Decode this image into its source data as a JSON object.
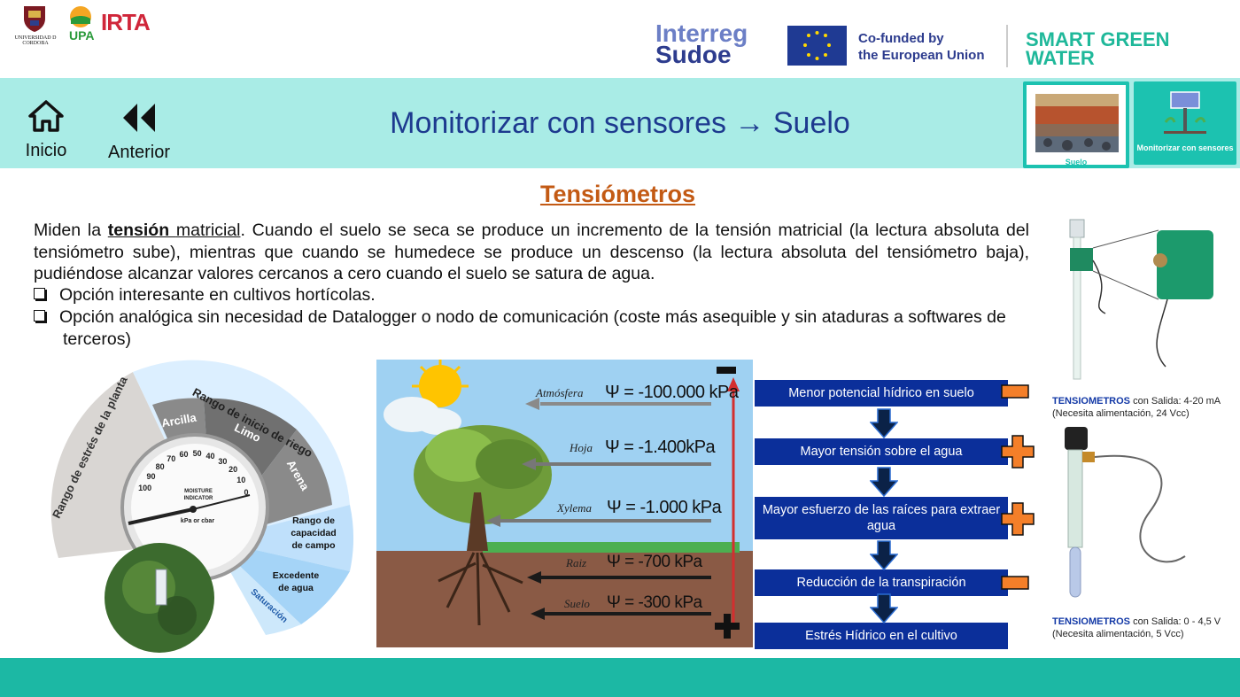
{
  "header": {
    "logos": {
      "cordoba": "UNIVERSIDAD D CORDOBA",
      "upa": "UPA",
      "irta": "IRTA",
      "interreg_line1": "Interreg",
      "interreg_line2": "Sudoe",
      "eu_line1": "Co-funded by",
      "eu_line2": "the European Union",
      "sgw_line1": "SMART GREEN",
      "sgw_line2": "WATER"
    }
  },
  "nav": {
    "home_label": "Inicio",
    "back_label": "Anterior",
    "title": "Monitorizar  con  sensores  →  Suelo",
    "thumb_suelo": "Suelo",
    "thumb_sensores": "Monitorizar con sensores"
  },
  "content": {
    "section_title": "Tensiómetros",
    "para_pre": "Miden la ",
    "para_bold": "tensión ",
    "para_underline": "matricial",
    "para_rest": ". Cuando el suelo se seca se produce un incremento de la tensión matricial (la lectura absoluta del tensiómetro sube), mientras que cuando se humedece se produce un descenso (la lectura absoluta del tensiómetro baja), pudiéndose alcanzar valores cercanos a cero cuando el suelo se satura de agua.",
    "bullets": [
      "Opción interesante en cultivos hortícolas.",
      "Opción analógica sin necesidad de Datalogger o nodo de comunicación (coste más asequible y sin ataduras a softwares de terceros)"
    ]
  },
  "gauge": {
    "outer_label": "Rango de estrés de la planta",
    "top_label": "Rango de inicio de riego",
    "seg_arcilla": "Arcilla",
    "seg_limo": "Limo",
    "seg_arena": "Arena",
    "capacidad": "Rango de capacidad de campo",
    "excedente": "Excedente de agua",
    "saturacion": "Saturación",
    "dial_text1": "MOISTURE",
    "dial_text2": "INDICATOR",
    "dial_text3": "kPa or cbar",
    "ticks": [
      "100",
      "90",
      "80",
      "70",
      "60",
      "50",
      "40",
      "30",
      "20",
      "10",
      "0"
    ]
  },
  "diagram": {
    "rows": [
      {
        "label": "Atmósfera",
        "value": "Ψ = -100.000 kPa"
      },
      {
        "label": "Hoja",
        "value": "Ψ = -1.400kPa"
      },
      {
        "label": "Xylema",
        "value": "Ψ = -1.000 kPa"
      },
      {
        "label": "Raiz",
        "value": "Ψ = -700 kPa"
      },
      {
        "label": "Suelo",
        "value": "Ψ = -300 kPa"
      }
    ]
  },
  "flow": {
    "steps": [
      "Menor  potencial  hídrico  en  suelo",
      "Mayor  tensión  sobre  el  agua",
      "Mayor  esfuerzo  de  las  raíces  para extraer  agua",
      "Reducción  de  la  transpiración",
      "Estrés  Hídrico  en  el  cultivo"
    ],
    "colors": {
      "box": "#0b2f9a",
      "sign": "#f47f29"
    }
  },
  "products": {
    "p1_name": "TENSIOMETROS",
    "p1_out": " con Salida: 4-20 mA",
    "p1_note": "(Necesita alimentación, 24 Vcc)",
    "p2_name": "TENSIOMETROS",
    "p2_out": " con Salida: 0 - 4,5 V",
    "p2_note": "(Necesita alimentación, 5 Vcc)"
  }
}
